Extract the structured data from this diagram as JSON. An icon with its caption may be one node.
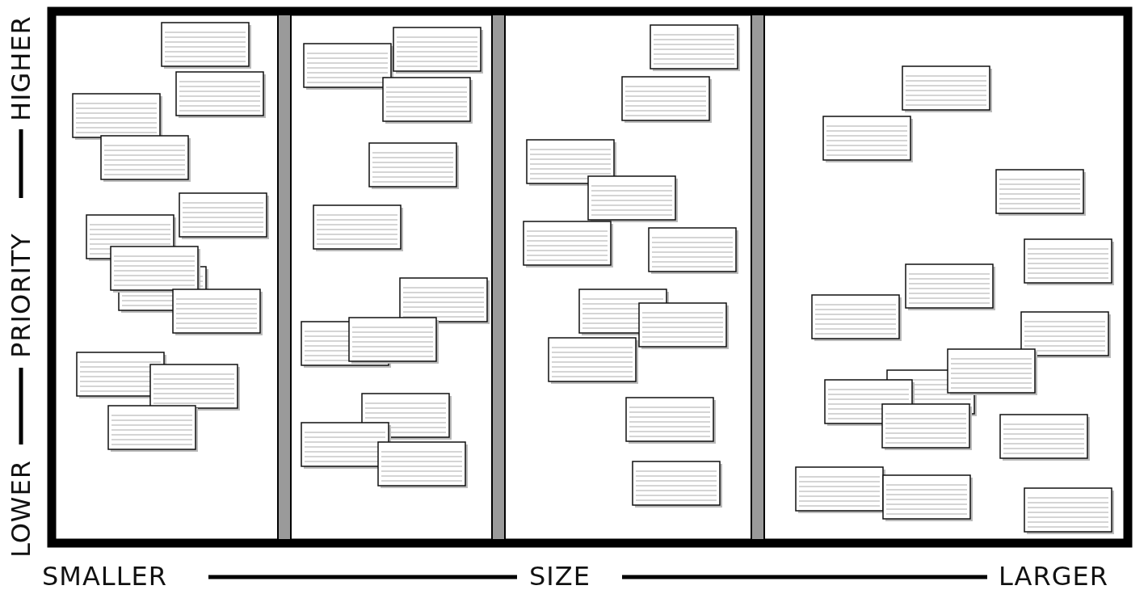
{
  "diagram": {
    "labels": [
      "LOWER",
      "PRIORITY",
      "HIGHER",
      "SMALLER",
      "SIZE",
      "LARGER"
    ]
  }
}
